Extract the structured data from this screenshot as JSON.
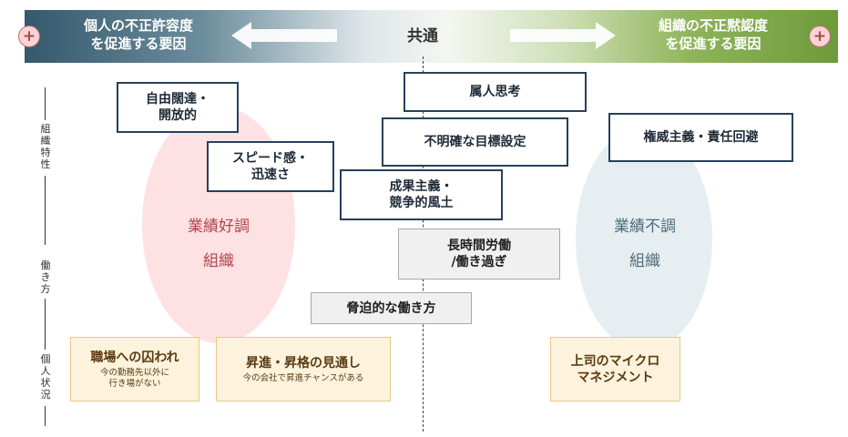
{
  "header": {
    "left_text": "個人の不正許容度\nを促進する要因",
    "center_text": "共通",
    "right_text": "組織の不正黙認度\nを促進する要因",
    "plus_symbol": "+",
    "gradient_left_color": "#34586c",
    "gradient_right_color": "#6e9a3a"
  },
  "side_labels": {
    "org": "組織特性",
    "work": "働き方",
    "personal": "個人状況"
  },
  "ellipses": {
    "good": {
      "line1": "業績好調",
      "line2": "組織",
      "color": "#fde1e3"
    },
    "poor": {
      "line1": "業績不調",
      "line2": "組織",
      "color": "#e7eef1"
    }
  },
  "factors": {
    "freedom": "自由闊達・\n開放的",
    "speed": "スピード感・\n迅速さ",
    "personalism": "属人思考",
    "unclear_goals": "不明確な目標設定",
    "results": "成果主義・\n競争的風土",
    "authoritarian": "権威主義・責任回避",
    "long_hours": "長時間労働\n/働き過ぎ",
    "coercive": "脅迫的な働き方"
  },
  "personal": {
    "trapped": {
      "title": "職場への囚われ",
      "sub": "今の勤務先以外に\n行き場がない"
    },
    "promotion": {
      "title": "昇進・昇格の見通し",
      "sub": "今の会社で昇進チャンスがある"
    },
    "micromanage": {
      "title": "上司のマイクロ\nマネジメント",
      "sub": ""
    }
  }
}
